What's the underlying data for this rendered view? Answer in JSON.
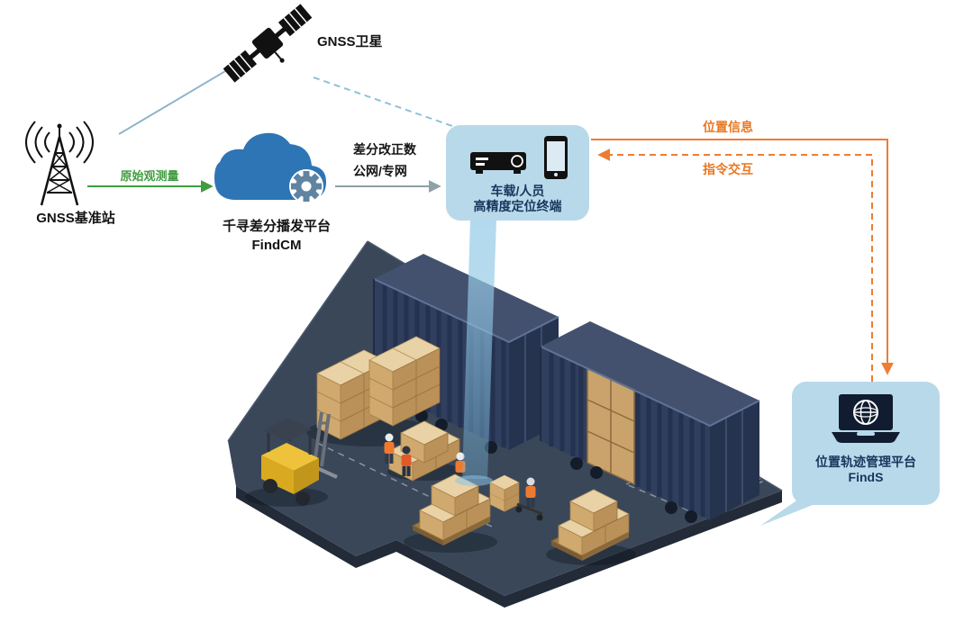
{
  "nodes": {
    "satellite": {
      "label": "GNSS卫星"
    },
    "base_station": {
      "label": "GNSS基准站"
    },
    "cloud_platform": {
      "name": "千寻差分播发平台",
      "product": "FindCM"
    },
    "terminal": {
      "line1": "车载/人员",
      "line2": "高精度定位终端"
    },
    "management_platform": {
      "name": "位置轨迹管理平台",
      "product": "FindS"
    }
  },
  "links": {
    "raw_observation": {
      "label": "原始观测量"
    },
    "correction": {
      "line1": "差分改正数",
      "line2": "公网/专网"
    },
    "position_info": {
      "label": "位置信息"
    },
    "command_interaction": {
      "label": "指令交互"
    }
  },
  "colors": {
    "green_arrow": "#3f9d3f",
    "orange_arrow": "#ed7d31",
    "satellite_link_blue": "#8fb4cc",
    "bubble_background": "#b8d9ea",
    "label_navy": "#17365d",
    "cloud_blue": "#2e75b6"
  }
}
